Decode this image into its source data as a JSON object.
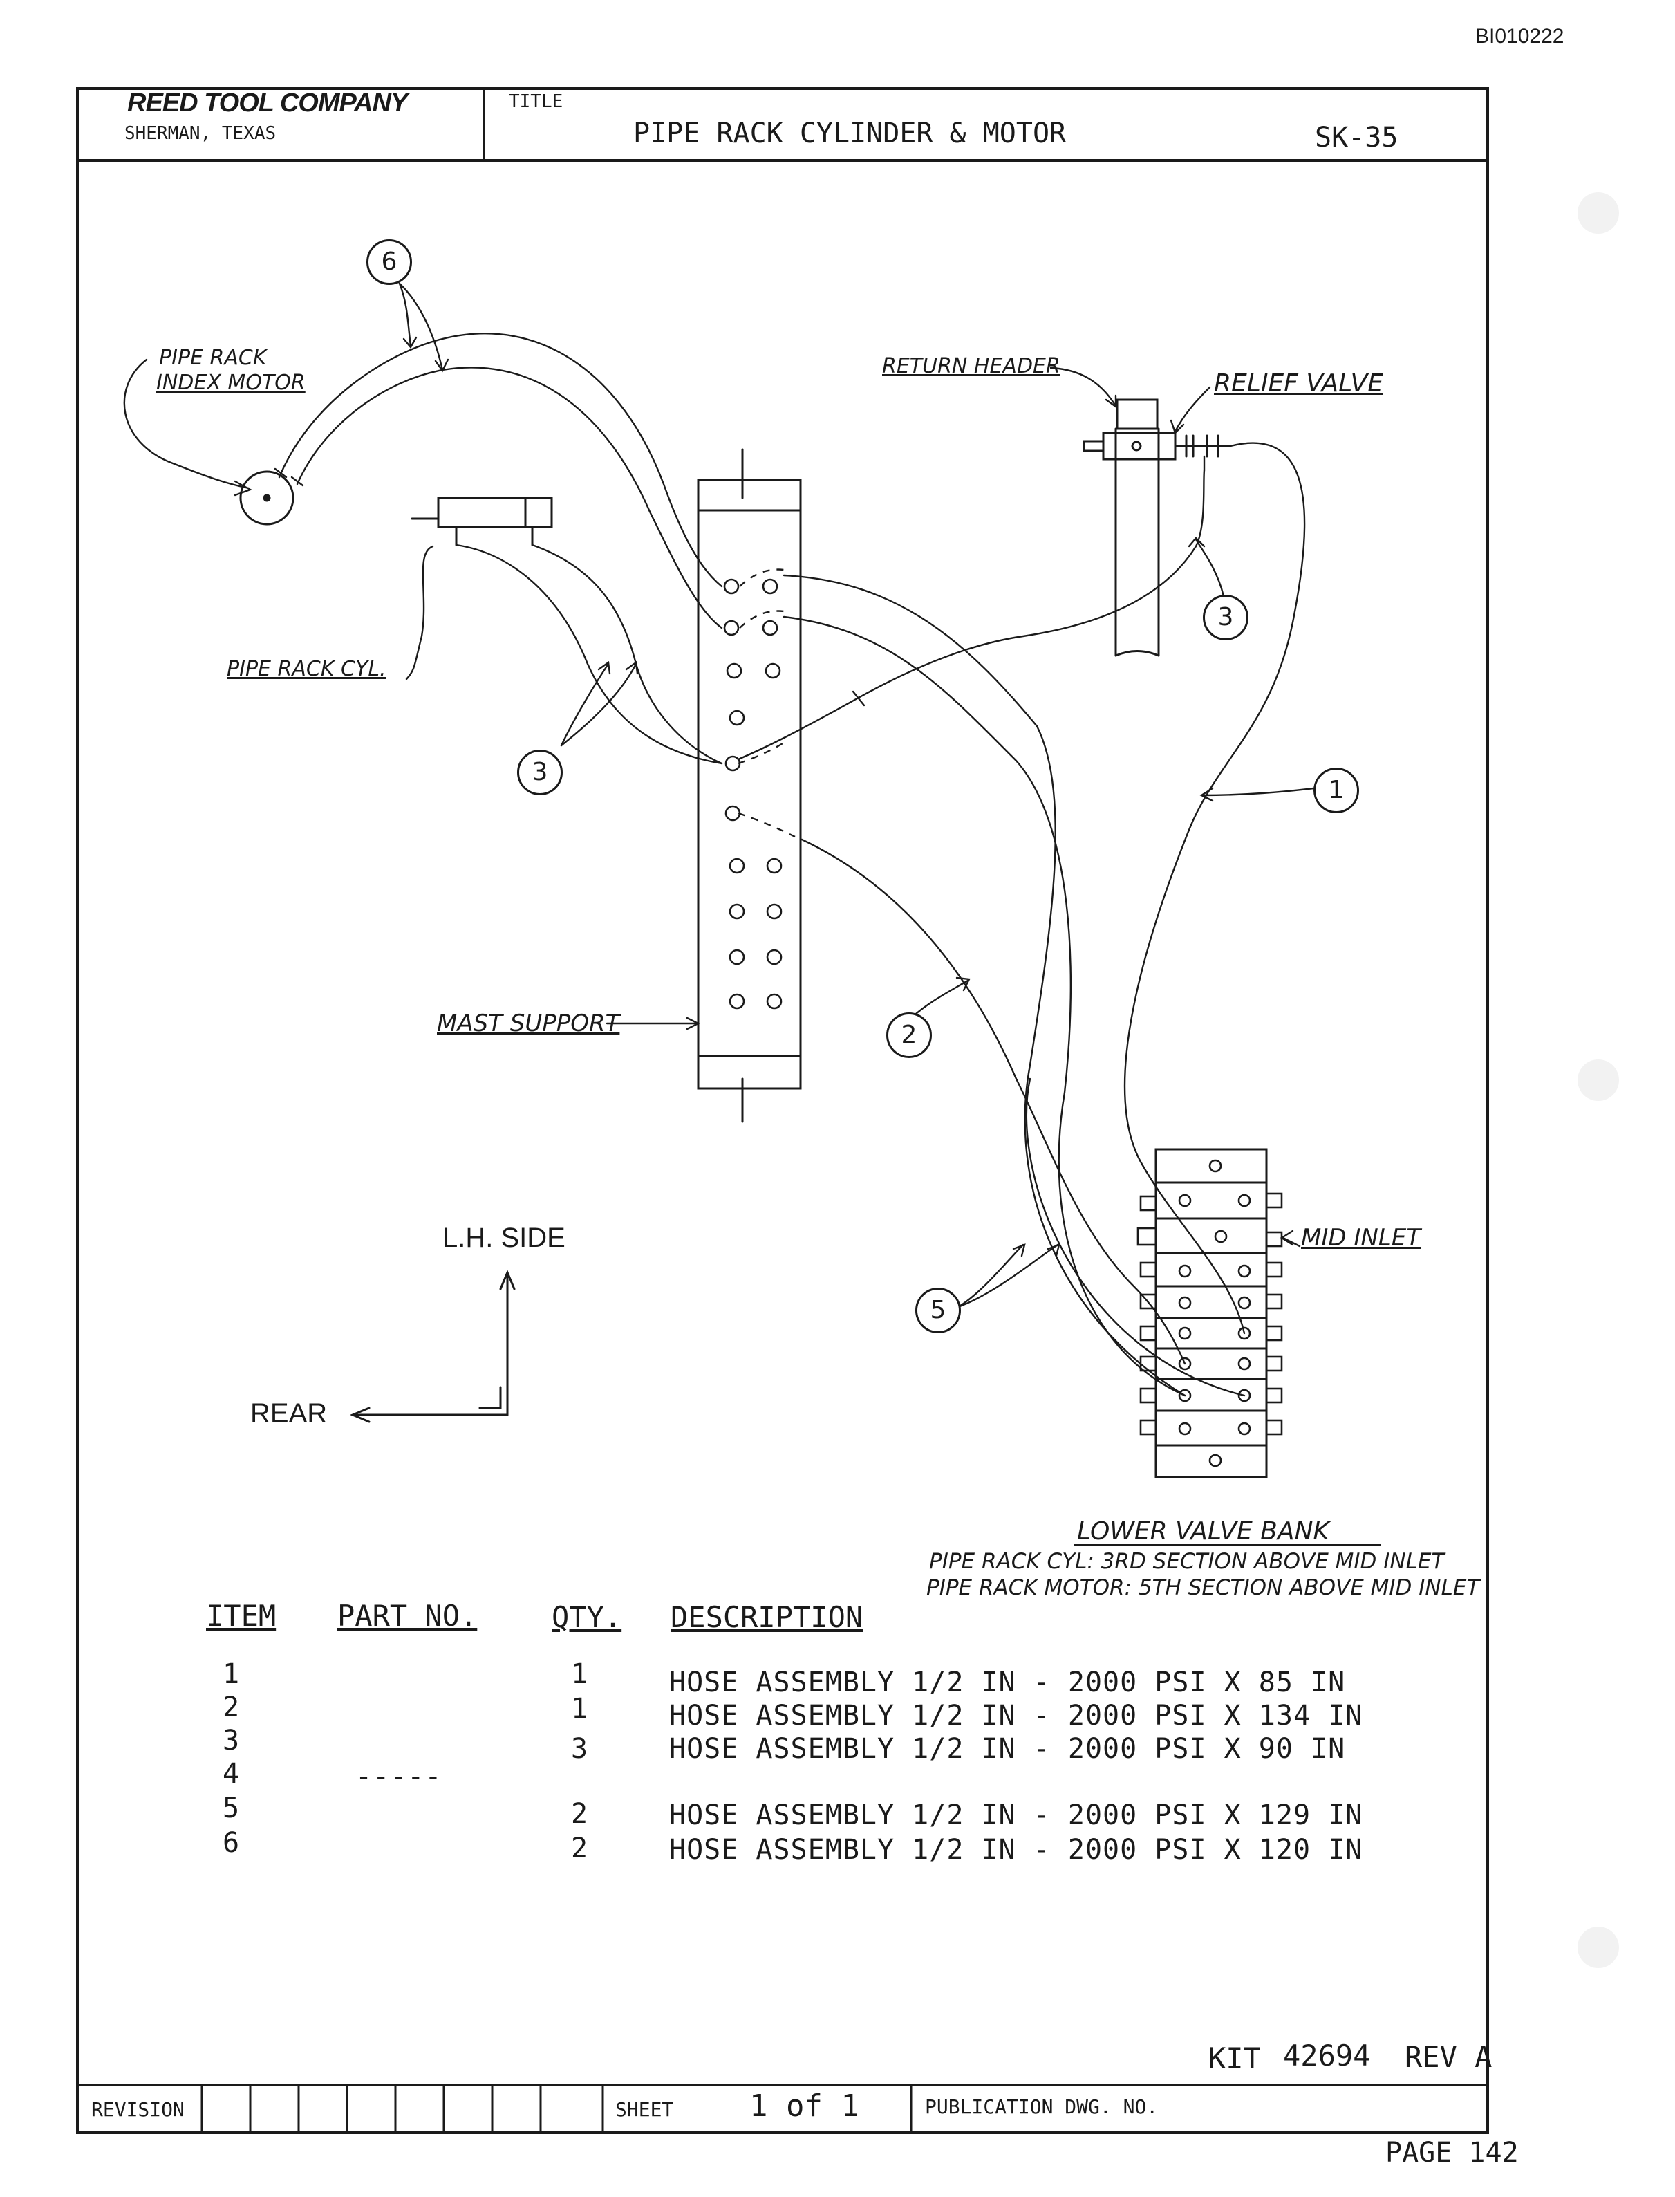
{
  "doc_id": "BI010222",
  "title_block": {
    "company": "REED TOOL COMPANY",
    "location": "SHERMAN, TEXAS",
    "title_label": "TITLE",
    "title": "PIPE RACK CYLINDER & MOTOR",
    "drawing_no": "SK-35"
  },
  "callouts": {
    "pipe_rack_index_motor_1": "PIPE RACK",
    "pipe_rack_index_motor_2": "INDEX MOTOR",
    "return_header": "RETURN HEADER",
    "relief_valve": "RELIEF VALVE",
    "pipe_rack_cyl": "PIPE RACK CYL.",
    "mast_support": "MAST SUPPORT",
    "mid_inlet": "MID INLET",
    "lh_side": "L.H. SIDE",
    "rear": "REAR"
  },
  "balloons": [
    "6",
    "3",
    "3",
    "1",
    "2",
    "5"
  ],
  "valve_bank_note": {
    "title": "LOWER VALVE BANK",
    "line1": "PIPE RACK CYL: 3RD SECTION ABOVE MID INLET",
    "line2": "PIPE RACK MOTOR: 5TH SECTION ABOVE MID INLET"
  },
  "parts_table": {
    "headers": {
      "item": "ITEM",
      "part_no": "PART NO.",
      "qty": "QTY.",
      "description": "DESCRIPTION"
    },
    "rows": [
      {
        "item": "1",
        "part_no": "",
        "qty": "1",
        "description": "HOSE ASSEMBLY 1/2 IN - 2000 PSI X 85 IN"
      },
      {
        "item": "2",
        "part_no": "",
        "qty": "1",
        "description": "HOSE ASSEMBLY 1/2 IN - 2000 PSI X 134 IN"
      },
      {
        "item": "3",
        "part_no": "",
        "qty": "3",
        "description": "HOSE ASSEMBLY 1/2 IN - 2000 PSI X 90 IN"
      },
      {
        "item": "4",
        "part_no": "-----",
        "qty": "",
        "description": ""
      },
      {
        "item": "5",
        "part_no": "",
        "qty": "2",
        "description": "HOSE ASSEMBLY 1/2 IN - 2000 PSI X 129 IN"
      },
      {
        "item": "6",
        "part_no": "",
        "qty": "2",
        "description": "HOSE ASSEMBLY 1/2 IN - 2000 PSI X 120 IN"
      }
    ]
  },
  "kit": {
    "label": "KIT",
    "number": "42694",
    "rev": "REV A"
  },
  "footer": {
    "revision_label": "REVISION",
    "sheet_label": "SHEET",
    "sheet_value": "1 of 1",
    "publication_label": "PUBLICATION DWG. NO.",
    "page": "PAGE 142"
  }
}
